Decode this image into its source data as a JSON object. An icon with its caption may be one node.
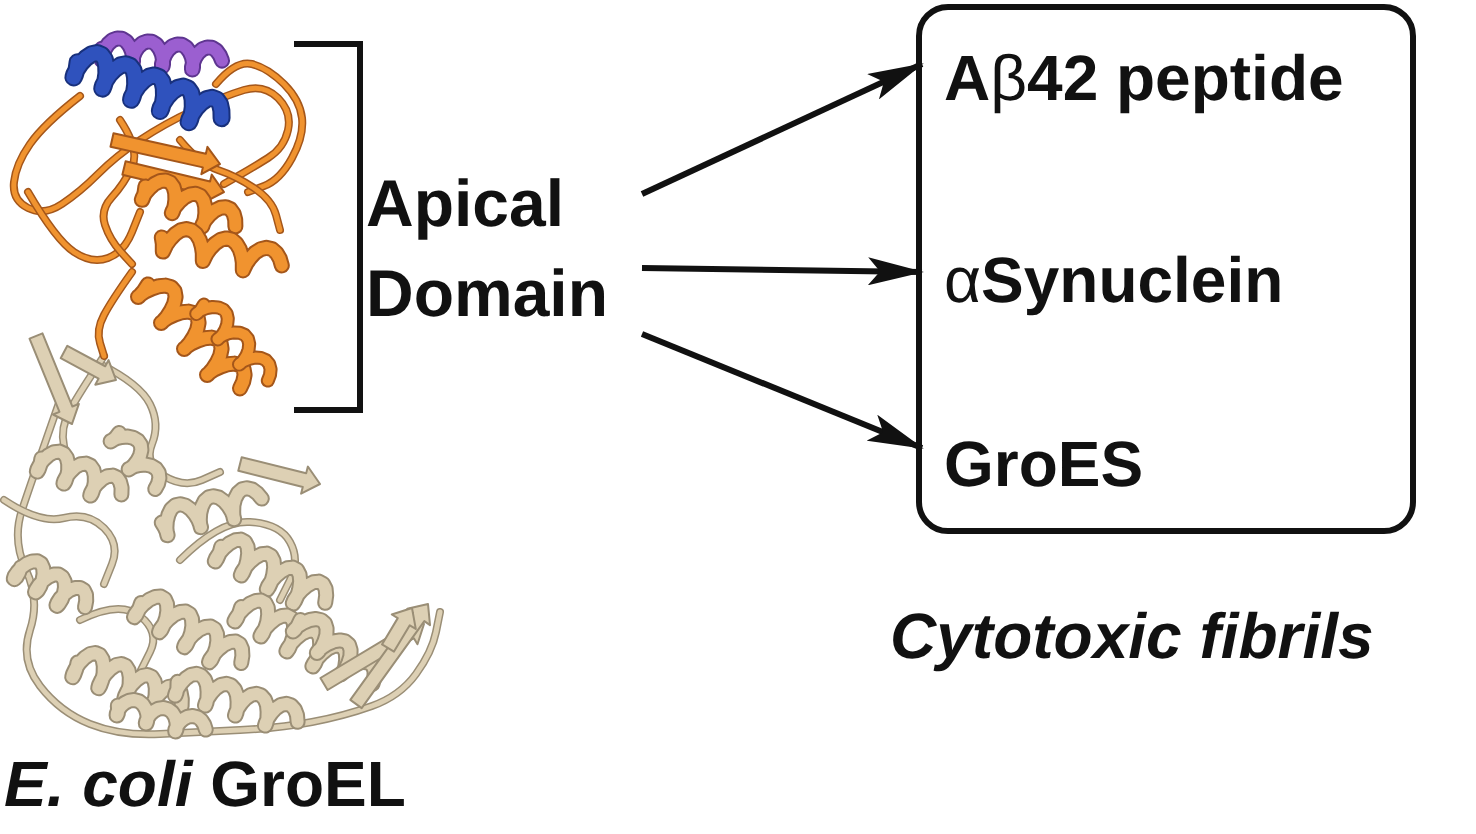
{
  "diagram": {
    "nodes": [
      {
        "text": [
          "Apical Domain"
        ]
      },
      {
        "text": [],
        "shape": "box",
        "beside": [
          "Cytotoxic fibrils"
        ]
      },
      {
        "text": [
          "**A**β**42 peptide**"
        ],
        "in": 1
      },
      {
        "text": [
          "α**Synuclein**"
        ],
        "in": 1
      },
      {
        "text": [
          "**GroES**"
        ],
        "in": 1
      }
    ],
    "edges": [
      {
        "from": 0,
        "to": 2,
        "arrow": "to"
      },
      {
        "from": 0,
        "to": 3,
        "arrow": "to"
      },
      {
        "from": 0,
        "to": 4,
        "arrow": "to"
      }
    ],
    "labels": [
      "*E. coli* GroEL"
    ]
  }
}
